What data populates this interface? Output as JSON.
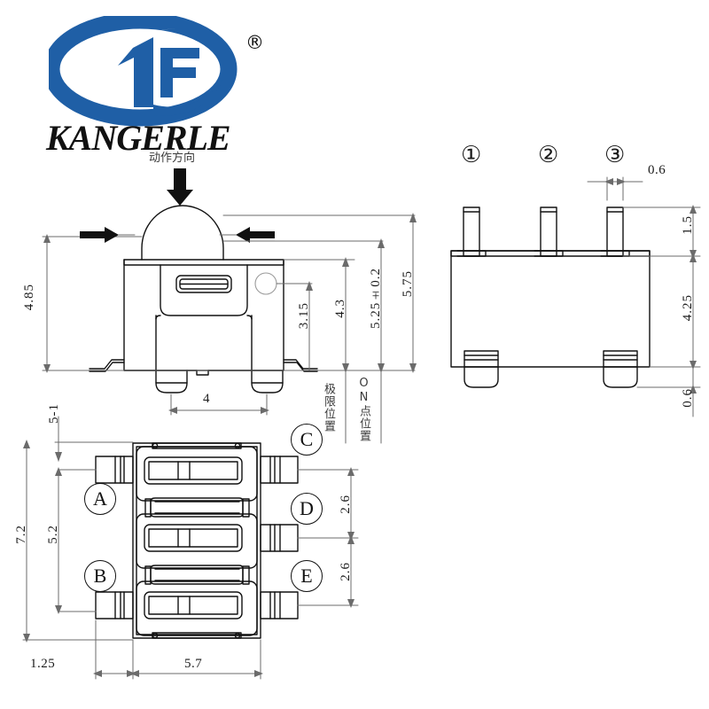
{
  "brand": {
    "name": "KANGERLE",
    "registered_mark": "®",
    "logo_color": "#1f5fa6",
    "logo_name": "kangerle-oval-logo"
  },
  "annotations": {
    "action_direction_cn": "动作方向",
    "limit_position_cn": "极限位置",
    "on_point_position_cn": "ON点位置"
  },
  "front_view": {
    "name": "front-view",
    "dimensions": {
      "overall_height": "4.85",
      "pin_pitch": "4",
      "tab_height": "3.15",
      "limit_travel": "4.3",
      "on_point": "5.25±0.2",
      "free_height": "5.75",
      "left_edge_note": "5-1"
    }
  },
  "side_view": {
    "name": "side-view",
    "pin_callouts": [
      "①",
      "②",
      "③"
    ],
    "dimensions": {
      "pin_width": "0.6",
      "pin_height": "1.5",
      "body_height": "4.25",
      "boss_height": "0.6"
    }
  },
  "bottom_view": {
    "name": "bottom-view",
    "terminal_callouts": [
      "A",
      "B",
      "C",
      "D",
      "E"
    ],
    "dimensions": {
      "overall_width": "7.2",
      "terminal_span": "5.2",
      "pitch_top": "2.6",
      "pitch_bottom": "2.6",
      "terminal_length": "1.25",
      "body_length": "5.7"
    }
  }
}
